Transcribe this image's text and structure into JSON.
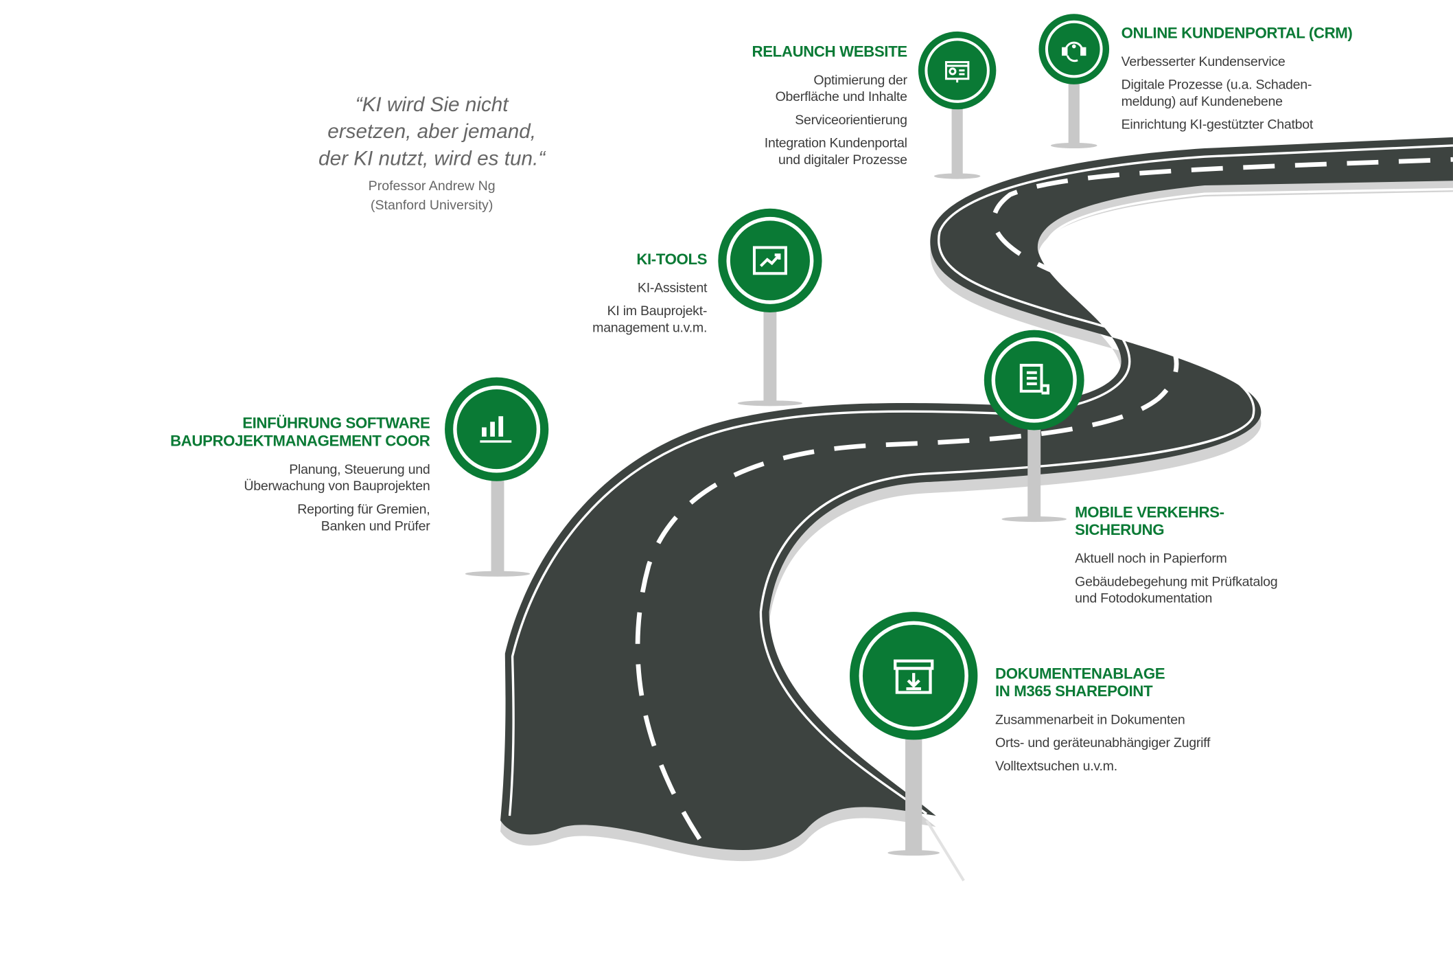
{
  "colors": {
    "brand_green": "#0a7a35",
    "road": "#3d4340",
    "road_shadow": "#d3d3d3",
    "pole": "#c8c8c8",
    "text": "#3c3c3c"
  },
  "quote": {
    "text": "“KI wird Sie nicht\nersetzen, aber jemand,\nder KI nutzt, wird es tun.“",
    "author": "Professor Andrew Ng\n(Stanford University)"
  },
  "milestones": [
    {
      "title": "EINFÜHRUNG SOFTWARE\nBAUPROJEKTMANAGEMENT COOR",
      "icon": "bar-chart-icon",
      "items": [
        "Planung, Steuerung und\nÜberwachung von Bauprojekten",
        "Reporting für Gremien,\nBanken und Prüfer"
      ]
    },
    {
      "title": "KI-TOOLS",
      "icon": "trend-chart-icon",
      "items": [
        "KI-Assistent",
        "KI im Bauprojekt-\nmanagement u.v.m."
      ]
    },
    {
      "title": "RELAUNCH WEBSITE",
      "icon": "presentation-board-icon",
      "items": [
        "Optimierung der\nOberfläche und Inhalte",
        "Serviceorientierung",
        "Integration Kundenportal\nund digitaler Prozesse"
      ]
    },
    {
      "title": "ONLINE KUNDENPORTAL (CRM)",
      "icon": "headset-icon",
      "items": [
        "Verbesserter Kundenservice",
        "Digitale Prozesse (u.a. Schaden-\nmeldung) auf Kundenebene",
        "Einrichtung KI-gestützter Chatbot"
      ]
    },
    {
      "title": "MOBILE VERKEHRS-\nSICHERUNG",
      "icon": "document-icon",
      "items": [
        "Aktuell noch in Papierform",
        "Gebäudebegehung mit Prüfkatalog\nund Fotodokumentation"
      ]
    },
    {
      "title": "DOKUMENTENABLAGE\nIN M365 SHAREPOINT",
      "icon": "archive-download-icon",
      "items": [
        "Zusammenarbeit in Dokumenten",
        "Orts- und geräteunabhängiger Zugriff",
        "Volltextsuchen u.v.m."
      ]
    }
  ]
}
